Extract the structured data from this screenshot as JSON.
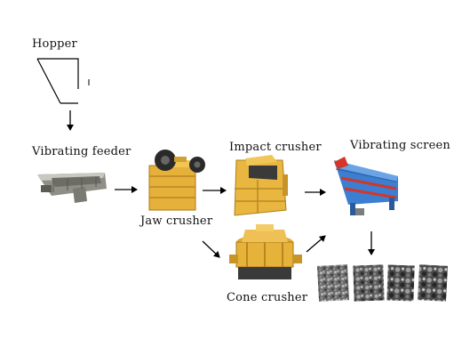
{
  "labels": {
    "hopper": "Hopper",
    "vibrating_feeder": "Vibrating feeder",
    "jaw_crusher": "Jaw crusher",
    "impact_crusher": "Impact crusher",
    "vibrating_screen": "Vibrating screen",
    "cone_crusher": "Cone crusher"
  },
  "colors": {
    "machine_yellow": "#e8b43a",
    "machine_orange": "#d99a22",
    "screen_blue": "#3a7fd0",
    "screen_red": "#d23a2a",
    "feeder_gray": "#9a9a92"
  },
  "products": [
    "gravel-sample-1",
    "gravel-sample-2",
    "gravel-sample-3",
    "gravel-sample-4"
  ]
}
